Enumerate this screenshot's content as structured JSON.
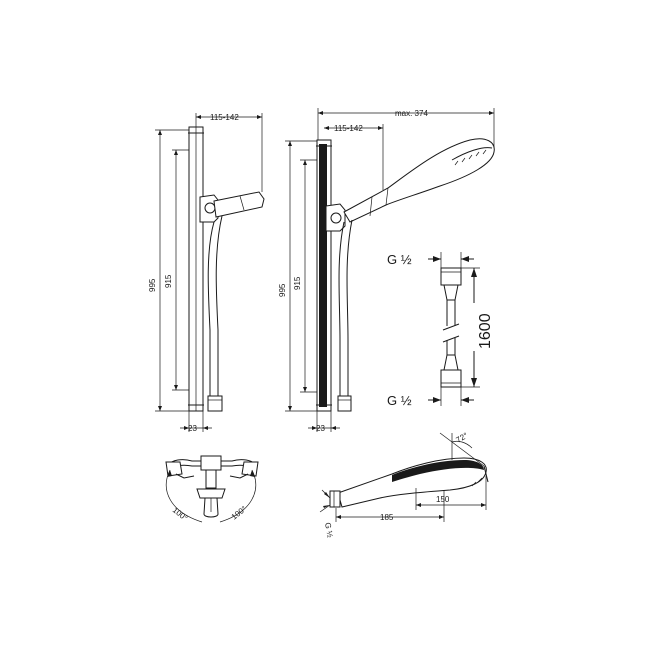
{
  "dimensions": {
    "left_set": {
      "width_range": "115-142",
      "rail_total_height": "995",
      "rail_mount_height": "915",
      "rail_depth": "23",
      "angle_left": "100°",
      "angle_right": "100°"
    },
    "right_set": {
      "max_width": "max. 374",
      "width_range": "115-142",
      "rail_total_height": "995",
      "rail_mount_height": "915",
      "rail_depth": "23"
    },
    "hose": {
      "thread_top": "G ½",
      "thread_bottom": "G ½",
      "length": "1600"
    },
    "hand_shower": {
      "angle": "72°",
      "head_length": "150",
      "total_length": "185",
      "thread": "G ½"
    }
  }
}
